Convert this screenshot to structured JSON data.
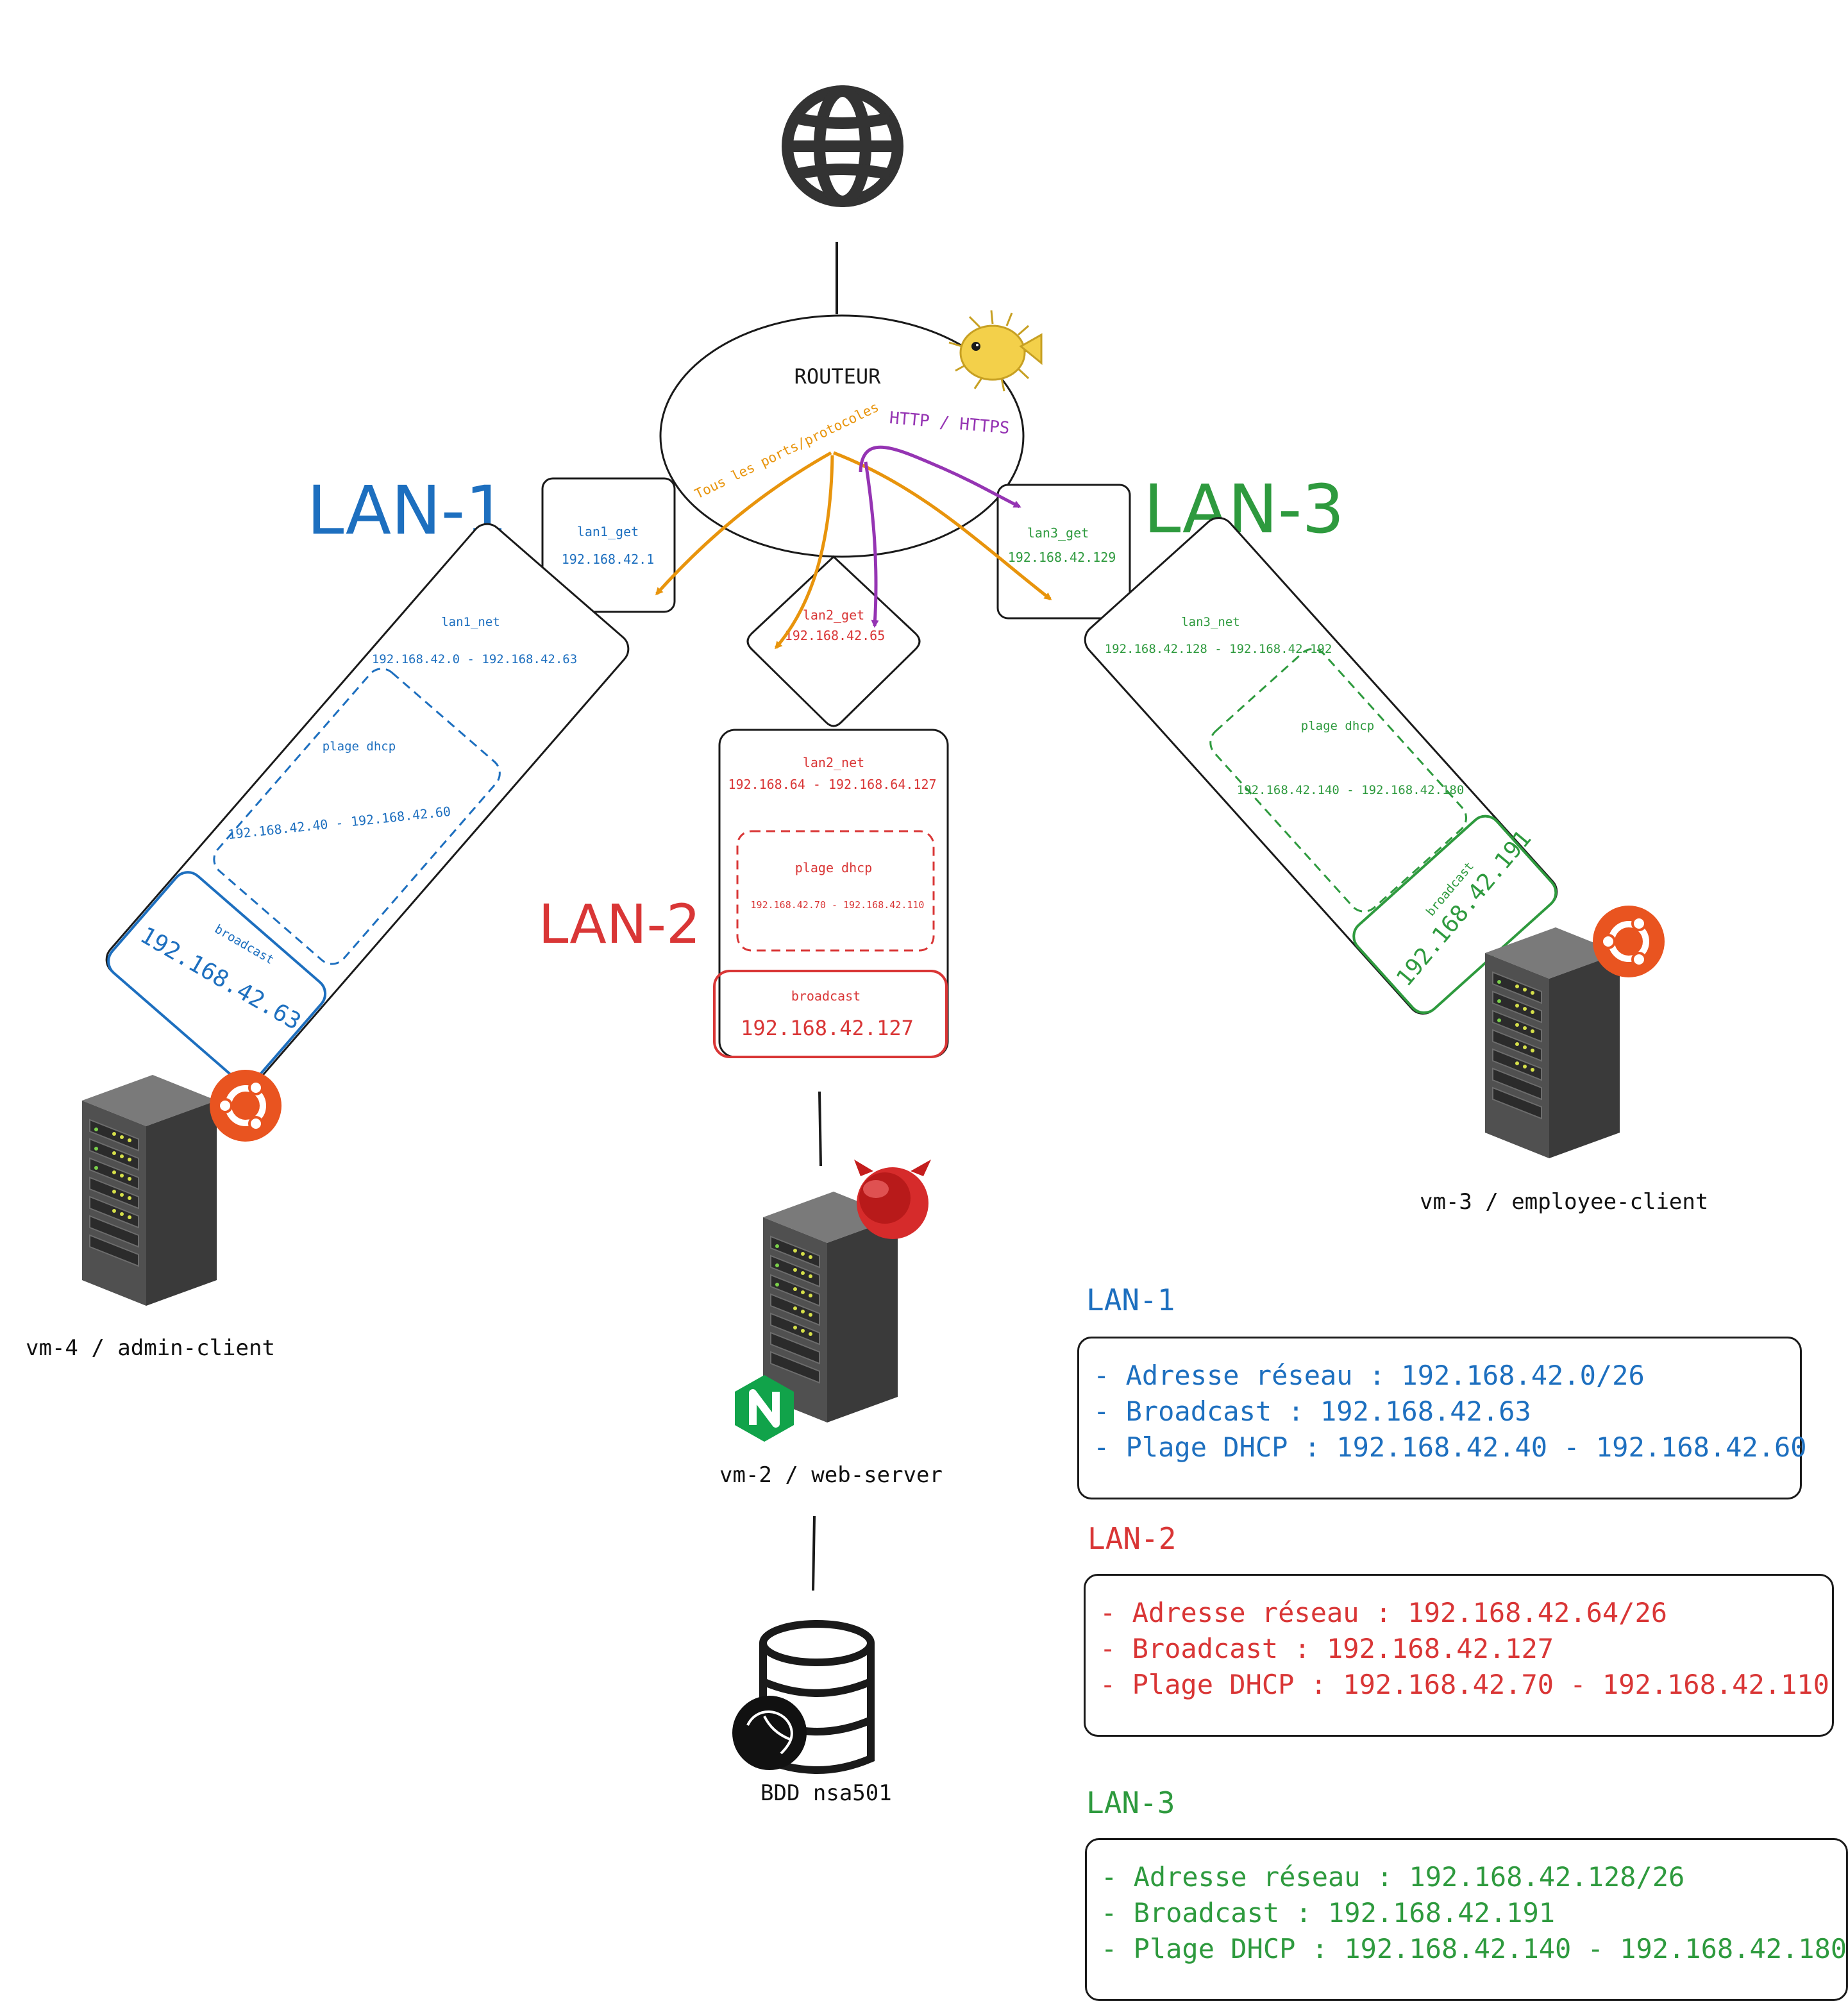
{
  "colors": {
    "lan1": "#1d6fbf",
    "lan2": "#d93636",
    "lan3": "#2e9a3e",
    "orange": "#e8940c",
    "purple": "#9534b3",
    "ink": "#1a1a1a"
  },
  "icons": [
    "globe-icon",
    "pufferfish-icon",
    "server-icon",
    "ubuntu-icon",
    "freebsd-icon",
    "nginx-icon",
    "database-icon",
    "mysql-dolphin-icon"
  ],
  "router": {
    "label": "ROUTEUR",
    "rule_all": "Tous les ports/protocoles",
    "rule_http": "HTTP / HTTPS"
  },
  "lan1": {
    "title": "LAN-1",
    "gateway": {
      "name": "lan1_get",
      "ip": "192.168.42.1"
    },
    "net": {
      "name": "lan1_net",
      "range": "192.168.42.0 - 192.168.42.63"
    },
    "dhcp": {
      "label": "plage dhcp",
      "range": "192.168.42.40 - 192.168.42.60"
    },
    "broadcast": {
      "label": "broadcast",
      "ip": "192.168.42.63"
    }
  },
  "lan2": {
    "title": "LAN-2",
    "gateway": {
      "name": "lan2_get",
      "ip": "192.168.42.65"
    },
    "net": {
      "name": "lan2_net",
      "range": "192.168.64 - 192.168.64.127"
    },
    "dhcp": {
      "label": "plage dhcp",
      "range": "192.168.42.70 - 192.168.42.110"
    },
    "broadcast": {
      "label": "broadcast",
      "ip": "192.168.42.127"
    }
  },
  "lan3": {
    "title": "LAN-3",
    "gateway": {
      "name": "lan3_get",
      "ip": "192.168.42.129"
    },
    "net": {
      "name": "lan3_net",
      "range": "192.168.42.128 - 192.168.42.192"
    },
    "dhcp": {
      "label": "plage dhcp",
      "range": "192.168.42.140 - 192.168.42.180"
    },
    "broadcast": {
      "label": "broadcast",
      "ip": "192.168.42.191"
    }
  },
  "machines": {
    "vm4": "vm-4 / admin-client",
    "vm2": "vm-2 / web-server",
    "vm3": "vm-3 / employee-client",
    "db": "BDD nsa501"
  },
  "summary": {
    "lan1": {
      "title": "LAN-1",
      "lines": [
        "- Adresse réseau : 192.168.42.0/26",
        "- Broadcast : 192.168.42.63",
        "- Plage DHCP : 192.168.42.40 - 192.168.42.60"
      ]
    },
    "lan2": {
      "title": "LAN-2",
      "lines": [
        "- Adresse réseau : 192.168.42.64/26",
        "- Broadcast : 192.168.42.127",
        "- Plage DHCP : 192.168.42.70 - 192.168.42.110"
      ]
    },
    "lan3": {
      "title": "LAN-3",
      "lines": [
        "- Adresse réseau : 192.168.42.128/26",
        "- Broadcast : 192.168.42.191",
        "- Plage DHCP : 192.168.42.140 - 192.168.42.180"
      ]
    }
  }
}
